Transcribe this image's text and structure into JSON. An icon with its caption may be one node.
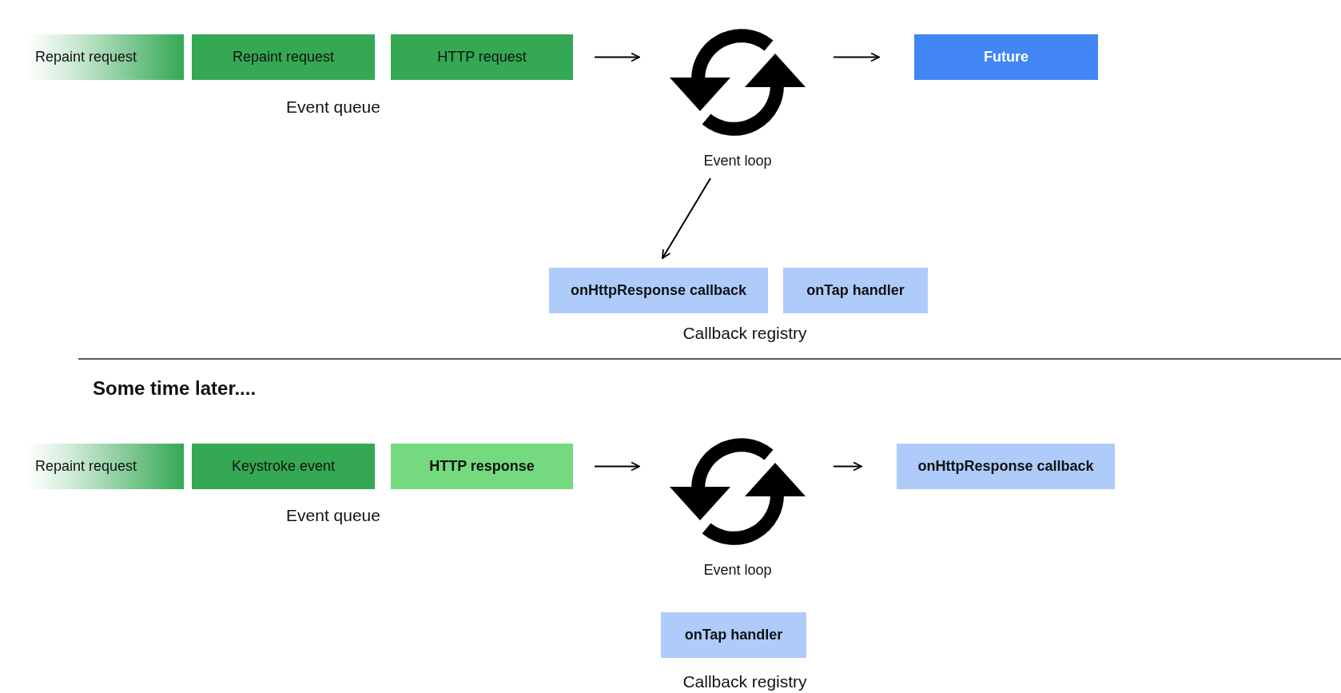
{
  "diagram": {
    "nodes": [
      {
        "text": [
          "Repaint request"
        ]
      },
      {
        "text": [
          "Repaint request"
        ]
      },
      {
        "text": [
          "HTTP request"
        ]
      },
      {
        "text": [],
        "shape": "picture",
        "beside": [
          "Event loop"
        ]
      },
      {
        "text": [
          "Future"
        ]
      },
      {
        "text": [
          "onHttpResponse callback"
        ]
      },
      {
        "text": [
          "onTap handler"
        ]
      },
      {
        "text": [
          "Repaint request"
        ]
      },
      {
        "text": [
          "Keystroke event"
        ]
      },
      {
        "text": [
          "HTTP response"
        ]
      },
      {
        "text": [],
        "shape": "picture",
        "beside": [
          "Event loop"
        ]
      },
      {
        "text": [
          "onHttpResponse callback"
        ]
      },
      {
        "text": [
          "onTap handler"
        ]
      }
    ],
    "edges": [
      {
        "from": 2,
        "to": 3,
        "arrow": "to"
      },
      {
        "from": 3,
        "to": 4,
        "arrow": "to"
      },
      {
        "from": 3,
        "to": 5,
        "arrow": "to"
      },
      {
        "from": 9,
        "to": 10,
        "arrow": "to"
      },
      {
        "from": 10,
        "to": 11,
        "arrow": "to"
      }
    ],
    "labels": [
      "Event queue",
      "Callback registry",
      "Some time later....",
      "Event queue",
      "Callback registry"
    ]
  }
}
